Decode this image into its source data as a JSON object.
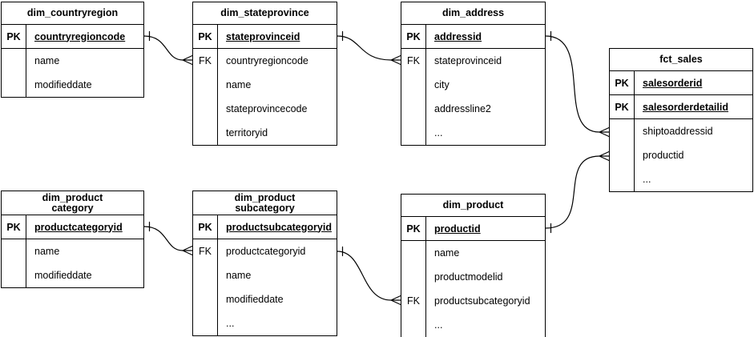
{
  "diagram": {
    "background_color": "#ffffff",
    "line_color": "#000000",
    "text_color": "#000000",
    "notation": "crow-foot",
    "entities": [
      {
        "id": "dim_countryregion",
        "title": "dim_countryregion",
        "keys": [
          {
            "label": "PK",
            "field": "countryregioncode"
          }
        ],
        "attributes": [
          {
            "label": "",
            "name": "name"
          },
          {
            "label": "",
            "name": "modifieddate"
          }
        ]
      },
      {
        "id": "dim_stateprovince",
        "title": "dim_stateprovince",
        "keys": [
          {
            "label": "PK",
            "field": "stateprovinceid"
          }
        ],
        "attributes": [
          {
            "label": "FK",
            "name": "countryregioncode"
          },
          {
            "label": "",
            "name": "name"
          },
          {
            "label": "",
            "name": "stateprovincecode"
          },
          {
            "label": "",
            "name": "territoryid"
          }
        ]
      },
      {
        "id": "dim_address",
        "title": "dim_address",
        "keys": [
          {
            "label": "PK",
            "field": "addressid"
          }
        ],
        "attributes": [
          {
            "label": "FK",
            "name": "stateprovinceid"
          },
          {
            "label": "",
            "name": "city"
          },
          {
            "label": "",
            "name": "addressline2"
          },
          {
            "label": "",
            "name": "..."
          }
        ]
      },
      {
        "id": "fct_sales",
        "title": "fct_sales",
        "keys": [
          {
            "label": "PK",
            "field": "salesorderid"
          },
          {
            "label": "PK",
            "field": "salesorderdetailid"
          }
        ],
        "attributes": [
          {
            "label": "",
            "name": "shiptoaddressid"
          },
          {
            "label": "",
            "name": "productid"
          },
          {
            "label": "",
            "name": "..."
          }
        ]
      },
      {
        "id": "dim_productcategory",
        "title": "dim_product\ncategory",
        "keys": [
          {
            "label": "PK",
            "field": "productcategoryid"
          }
        ],
        "attributes": [
          {
            "label": "",
            "name": "name"
          },
          {
            "label": "",
            "name": "modifieddate"
          }
        ]
      },
      {
        "id": "dim_productsubcategory",
        "title": "dim_product\nsubcategory",
        "keys": [
          {
            "label": "PK",
            "field": "productsubcategoryid"
          }
        ],
        "attributes": [
          {
            "label": "FK",
            "name": "productcategoryid"
          },
          {
            "label": "",
            "name": "name"
          },
          {
            "label": "",
            "name": "modifieddate"
          },
          {
            "label": "",
            "name": "..."
          }
        ]
      },
      {
        "id": "dim_product",
        "title": "dim_product",
        "keys": [
          {
            "label": "PK",
            "field": "productid"
          }
        ],
        "attributes": [
          {
            "label": "",
            "name": "name"
          },
          {
            "label": "",
            "name": "productmodelid"
          },
          {
            "label": "FK",
            "name": "productsubcategoryid"
          },
          {
            "label": "",
            "name": "..."
          }
        ]
      }
    ],
    "relationships": [
      {
        "source": "dim_countryregion",
        "source_field": "countryregioncode",
        "target": "dim_stateprovince",
        "target_field": "countryregioncode",
        "source_cardinality": "one",
        "target_cardinality": "many"
      },
      {
        "source": "dim_stateprovince",
        "source_field": "stateprovinceid",
        "target": "dim_address",
        "target_field": "stateprovinceid",
        "source_cardinality": "one",
        "target_cardinality": "many"
      },
      {
        "source": "dim_address",
        "source_field": "addressid",
        "target": "fct_sales",
        "target_field": "shiptoaddressid",
        "source_cardinality": "one",
        "target_cardinality": "many"
      },
      {
        "source": "dim_product",
        "source_field": "productid",
        "target": "fct_sales",
        "target_field": "productid",
        "source_cardinality": "one",
        "target_cardinality": "many"
      },
      {
        "source": "dim_productcategory",
        "source_field": "productcategoryid",
        "target": "dim_productsubcategory",
        "target_field": "productcategoryid",
        "source_cardinality": "one",
        "target_cardinality": "many"
      },
      {
        "source": "dim_productsubcategory",
        "source_field": "productsubcategoryid",
        "target": "dim_product",
        "target_field": "productsubcategoryid",
        "source_cardinality": "one",
        "target_cardinality": "many"
      }
    ]
  }
}
